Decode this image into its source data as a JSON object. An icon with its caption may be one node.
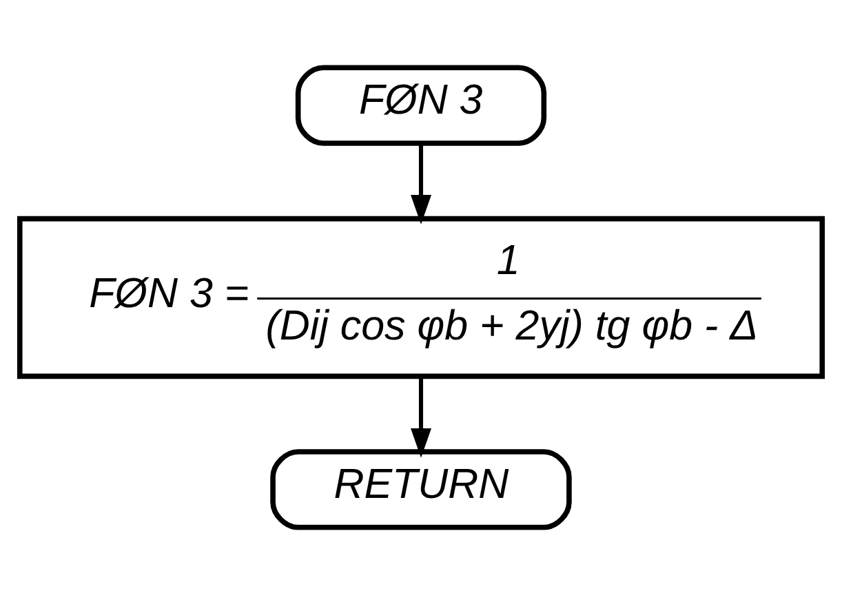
{
  "diagram": {
    "nodes": [
      {
        "text": [
          "FØN 3"
        ]
      },
      {
        "text": [
          "FØN 3 =",
          "1",
          "(Dij cos φb + 2yj) tg φb - Δ"
        ]
      },
      {
        "text": [
          "RETURN"
        ]
      }
    ],
    "edges": [
      {
        "from": 0,
        "to": 1,
        "arrow": "to"
      },
      {
        "from": 1,
        "to": 2,
        "arrow": "to"
      }
    ]
  }
}
